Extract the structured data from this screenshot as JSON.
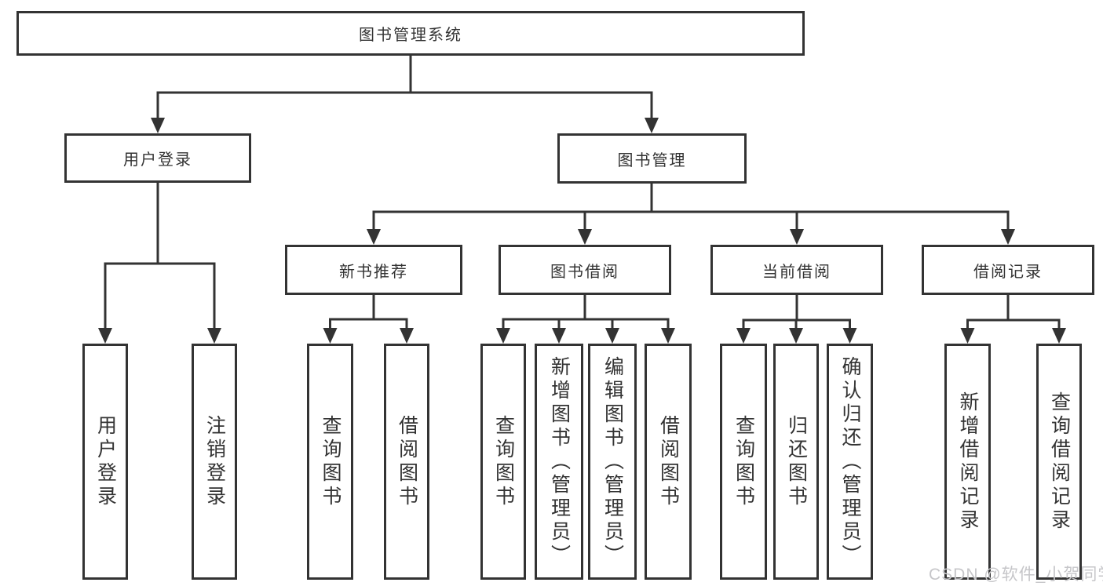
{
  "diagram": {
    "root": "图书管理系统",
    "branches": [
      {
        "label": "用户登录",
        "children": [
          "用户登录",
          "注销登录"
        ]
      },
      {
        "label": "图书管理",
        "sections": [
          {
            "label": "新书推荐",
            "children": [
              "查询图书",
              "借阅图书"
            ]
          },
          {
            "label": "图书借阅",
            "children": [
              "查询图书",
              "新增图书（管理员）",
              "编辑图书（管理员）",
              "借阅图书"
            ]
          },
          {
            "label": "当前借阅",
            "children": [
              "查询图书",
              "归还图书",
              "确认归还（管理员）"
            ]
          },
          {
            "label": "借阅记录",
            "children": [
              "新增借阅记录",
              "查询借阅记录"
            ]
          }
        ]
      }
    ]
  },
  "watermark": "CSDN @软件_小贺同学",
  "colors": {
    "line": "#333333",
    "box_border": "#333333",
    "text": "#333333",
    "background": "#ffffff",
    "watermark": "#c6c6c9"
  }
}
